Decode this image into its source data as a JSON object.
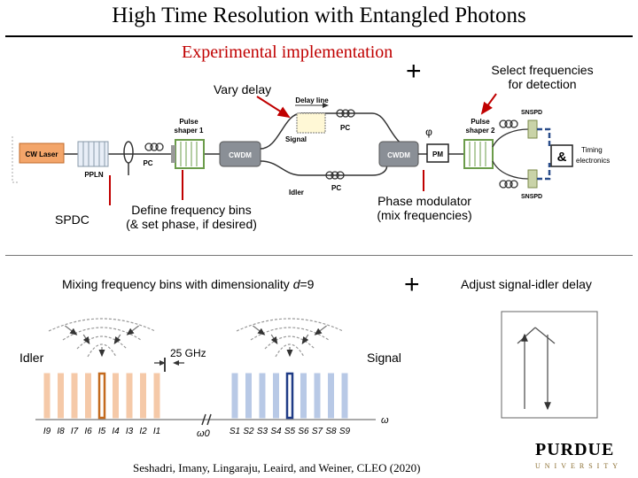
{
  "slide": {
    "title": "High Time Resolution with Entangled Photons",
    "section_title": "Experimental implementation"
  },
  "annotations": {
    "vary_delay": "Vary delay",
    "select_freq_line1": "Select frequencies",
    "select_freq_line2": "for detection",
    "spdc": "SPDC",
    "define_bins_line1": "Define frequency bins",
    "define_bins_line2": "(& set phase, if desired)",
    "phase_mod_line1": "Phase modulator",
    "phase_mod_line2": "(mix frequencies)",
    "plus": "+",
    "mixing_prefix": "Mixing frequency bins with dimensionality ",
    "mixing_var": "d",
    "mixing_suffix": "=9",
    "adjust_delay": "Adjust signal-idler delay",
    "idler": "Idler",
    "signal": "Signal",
    "spacing": "25 GHz"
  },
  "setup": {
    "laser": "CW Laser",
    "ppln": "PPLN",
    "pc": "PC",
    "pulse_shaper_1_line1": "Pulse",
    "pulse_shaper_1_line2": "shaper 1",
    "cwdm": "CWDM",
    "delay_line": "Delay line",
    "signal_arm": "Signal",
    "idler_arm": "Idler",
    "pm": "PM",
    "phi": "φ",
    "pulse_shaper_2_line1": "Pulse",
    "pulse_shaper_2_line2": "shaper 2",
    "snspd": "SNSPD",
    "timing_line1": "Timing",
    "timing_line2": "electronics",
    "and_gate": "&"
  },
  "spectrum": {
    "axis_symbol": "ω",
    "center_label": "ω0",
    "idler_bins": [
      "I9",
      "I8",
      "I7",
      "I6",
      "I5",
      "I4",
      "I3",
      "I2",
      "I1"
    ],
    "signal_bins": [
      "S1",
      "S2",
      "S3",
      "S4",
      "S5",
      "S6",
      "S7",
      "S8",
      "S9"
    ],
    "highlight_idler": "I5",
    "highlight_signal": "S5"
  },
  "citation": "Seshadri, Imany, Lingaraju, Leaird, and Weiner,  CLEO (2020)",
  "logo": {
    "word": "PURDUE",
    "sub": "UNIVERSITY"
  },
  "colors": {
    "title_red": "#c00000",
    "idler_bin": "#f5c9a8",
    "idler_highlight": "#c46a1e",
    "signal_bin": "#b8c9e6",
    "signal_highlight": "#1f3b86",
    "laser_orange": "#f3a56a",
    "shaper_green": "#6b9c4a",
    "logo_gold": "#8a6d2f"
  }
}
